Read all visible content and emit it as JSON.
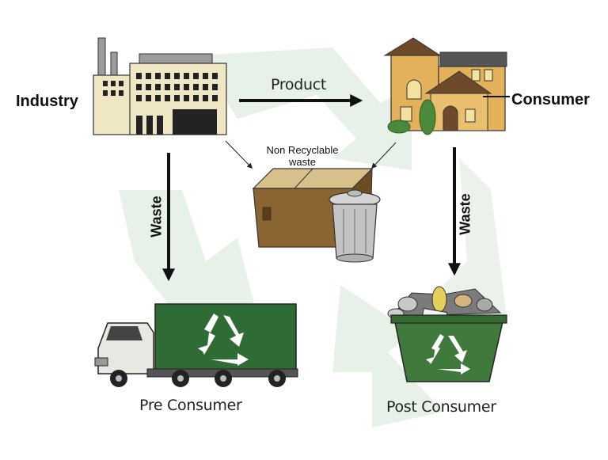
{
  "labels": {
    "industry": "Industry",
    "consumer": "Consumer",
    "product": "Product",
    "non_recyclable_line1": "Non Recyclable",
    "non_recyclable_line2": "waste",
    "waste_left": "Waste",
    "waste_right": "Waste",
    "pre_consumer": "Pre Consumer",
    "post_consumer": "Post Consumer"
  },
  "icons": {
    "factory": "factory-icon",
    "house": "house-icon",
    "dumpster": "dumpster-icon",
    "trash_can": "trash-can-icon",
    "truck": "recycling-truck-icon",
    "bin": "recycling-bin-icon",
    "recycle": "recycle-symbol-icon"
  },
  "colors": {
    "recycle_bg": "#e6f0e6",
    "truck_green": "#2f6b35",
    "bin_green": "#3f7a3c",
    "factory_wall": "#efe6c4",
    "house_wall": "#e3b15a",
    "dumpster_brown": "#8a6531"
  }
}
